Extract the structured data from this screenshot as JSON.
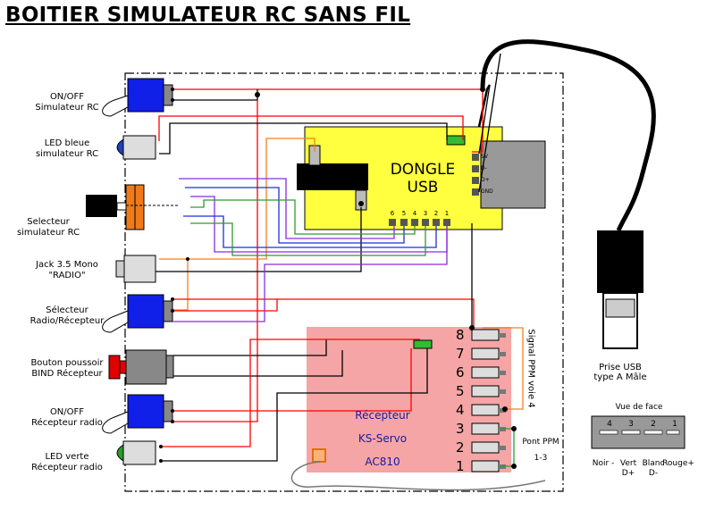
{
  "title": "BOITIER SIMULATEUR RC SANS FIL",
  "left_labels": [
    {
      "id": "onoff-sim",
      "text": "ON/OFF\nSimulateur RC"
    },
    {
      "id": "led-bleue",
      "text": "LED bleue\nsimulateur RC"
    },
    {
      "id": "selecteur-sim",
      "text": "Selecteur\nsimulateur RC"
    },
    {
      "id": "jack",
      "text": "Jack 3.5 Mono\n\"RADIO\""
    },
    {
      "id": "selecteur-rx",
      "text": "Sélecteur\nRadio/Récepteur"
    },
    {
      "id": "bouton-bind",
      "text": "Bouton poussoir\nBIND Récepteur"
    },
    {
      "id": "onoff-rx",
      "text": "ON/OFF\nRécepteur radio"
    },
    {
      "id": "led-verte",
      "text": "LED verte\nRécepteur radio"
    }
  ],
  "dongle": {
    "title_line1": "DONGLE",
    "title_line2": "USB",
    "pins": [
      "6",
      "5",
      "4",
      "3",
      "2",
      "1"
    ],
    "usb_pins": [
      "5V",
      "D-",
      "D+",
      "GND"
    ]
  },
  "receiver": {
    "line1": "Récepteur",
    "line2": "KS-Servo",
    "line3": "AC810",
    "channels": [
      "8",
      "7",
      "6",
      "5",
      "4",
      "3",
      "2",
      "1"
    ]
  },
  "annotations": {
    "signal_ppm": "Signal PPM voie 4",
    "pont_ppm_line1": "Pont PPM",
    "pont_ppm_line2": "1-3"
  },
  "usb_plug": {
    "caption_line1": "Prise USB",
    "caption_line2": "type A Mâle",
    "face_title": "Vue de face",
    "pin_numbers": [
      "4",
      "3",
      "2",
      "1"
    ],
    "pin_names": [
      {
        "line1": "Noir -",
        "line2": ""
      },
      {
        "line1": "Vert",
        "line2": "D+"
      },
      {
        "line1": "Blanc",
        "line2": "D-"
      },
      {
        "line1": "Rouge+",
        "line2": ""
      }
    ]
  },
  "colors": {
    "red": "#ff0000",
    "black": "#000000",
    "orange": "#f08020",
    "purple": "#8a2be2",
    "green": "#2e9b2e",
    "blue": "#1f2fd6",
    "dongle": "#ffff40",
    "receiver": "#f5a5a5",
    "switch_blue": "#1020e8"
  }
}
